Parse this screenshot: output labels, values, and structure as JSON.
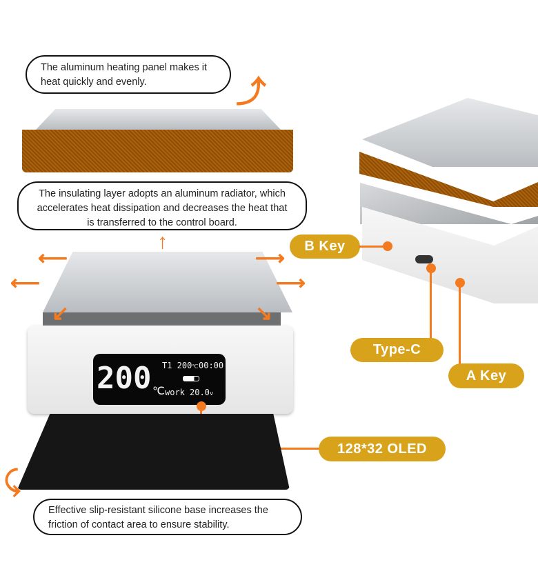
{
  "callouts": {
    "heating_panel": "The aluminum heating panel makes it heat quickly and evenly.",
    "insulating_layer": "The insulating layer adopts an aluminum radiator, which accelerates heat dissipation and decreases the heat that is transferred to the control board.",
    "silicone_base": "Effective slip-resistant silicone base increases the friction of contact area to ensure stability."
  },
  "labels": {
    "b_key": "B Key",
    "type_c": "Type-C",
    "a_key": "A Key",
    "oled": "128*32 OLED"
  },
  "oled": {
    "big_temp": "200",
    "unit": "℃",
    "t1": "T1 200",
    "t1_unit": "℃",
    "timer": "00:00",
    "mode": "work",
    "voltage": "20.0",
    "voltage_unit": "v"
  },
  "colors": {
    "accent": "#f47a20",
    "label_bg": "#d9a21b"
  }
}
